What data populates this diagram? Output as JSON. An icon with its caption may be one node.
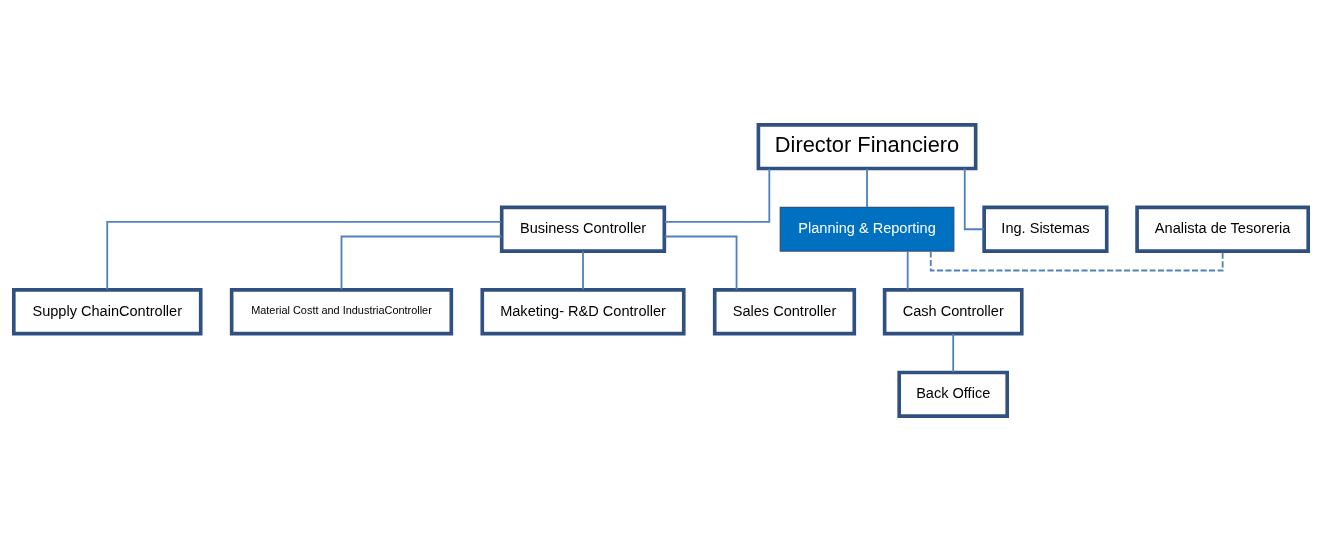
{
  "diagram": {
    "nodes": [
      {
        "text": [
          "Director Financiero"
        ]
      },
      {
        "text": [
          "Business Controller"
        ]
      },
      {
        "text": [
          "Planning & Reporting"
        ]
      },
      {
        "text": [
          "Ing. Sistemas"
        ]
      },
      {
        "text": [
          "Analista de Tesoreria"
        ]
      },
      {
        "text": [
          "Supply ChainController"
        ]
      },
      {
        "text": [
          "Material Costt and IndustriaController"
        ]
      },
      {
        "text": [
          "Maketing- R&D Controller"
        ]
      },
      {
        "text": [
          "Sales Controller"
        ]
      },
      {
        "text": [
          "Cash Controller"
        ]
      },
      {
        "text": [
          "Back Office"
        ]
      }
    ],
    "edges": [
      {
        "from": 0,
        "to": 1,
        "arrow": "none"
      },
      {
        "from": 0,
        "to": 2,
        "arrow": "none"
      },
      {
        "from": 0,
        "to": 3,
        "arrow": "none"
      },
      {
        "from": 2,
        "to": 4,
        "arrow": "none",
        "style": "dashed"
      },
      {
        "from": 1,
        "to": 5,
        "arrow": "none"
      },
      {
        "from": 1,
        "to": 6,
        "arrow": "none"
      },
      {
        "from": 1,
        "to": 7,
        "arrow": "none"
      },
      {
        "from": 1,
        "to": 8,
        "arrow": "none"
      },
      {
        "from": 2,
        "to": 9,
        "arrow": "none"
      },
      {
        "from": 9,
        "to": 10,
        "arrow": "none"
      }
    ]
  }
}
